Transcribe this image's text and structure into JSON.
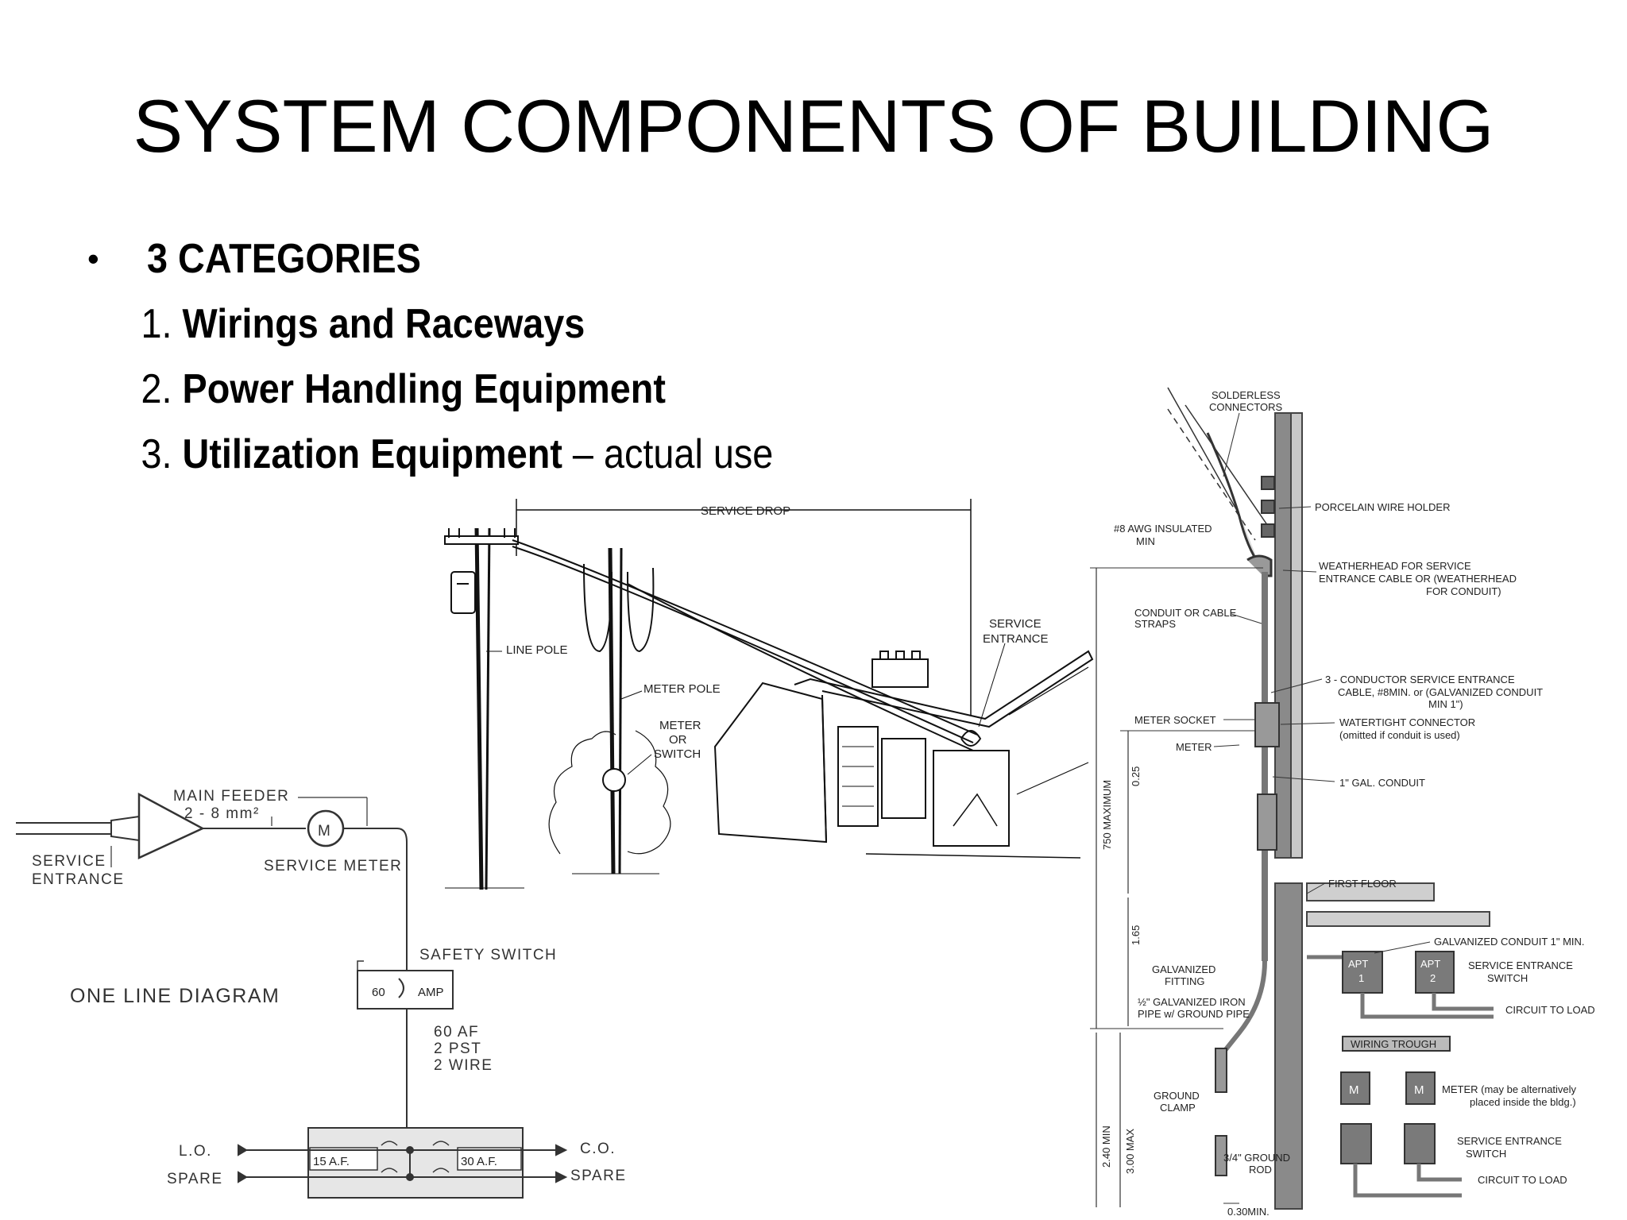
{
  "slide": {
    "title": "SYSTEM COMPONENTS OF BUILDING",
    "bullet": "3 CATEGORIES",
    "items": [
      {
        "num": "1.",
        "bold": "Wirings and Raceways",
        "rest": ""
      },
      {
        "num": "2.",
        "bold": "Power Handling Equipment",
        "rest": ""
      },
      {
        "num": "3.",
        "bold": "Utilization Equipment",
        "rest": " – actual use"
      }
    ]
  },
  "pole_sketch": {
    "service_drop": "SERVICE DROP",
    "line_pole": "LINE POLE",
    "meter_pole": "METER POLE",
    "meter": "METER",
    "or": "OR",
    "switch": "SWITCH",
    "service": "SERVICE",
    "entrance": "ENTRANCE"
  },
  "one_line": {
    "main_feeder": "MAIN FEEDER",
    "feeder_size": "2 - 8 mm²",
    "m": "M",
    "service_meter": "SERVICE METER",
    "service": "SERVICE",
    "entrance": "ENTRANCE",
    "one_line_diagram": "ONE LINE DIAGRAM",
    "safety_switch": "SAFETY SWITCH",
    "sixty": "60",
    "amp": "AMP",
    "af": "60 AF",
    "pst": "2 PST",
    "wire": "2 WIRE",
    "left_top": "L.O.",
    "left_bottom": "SPARE",
    "breaker_left": "15 A.F.",
    "breaker_right": "30 A.F.",
    "right_top": "C.O.",
    "right_bottom": "SPARE"
  },
  "detail": {
    "solderless": "SOLDERLESS",
    "connectors": "CONNECTORS",
    "porcelain": "PORCELAIN WIRE HOLDER",
    "awg": "#8 AWG INSULATED",
    "min": "MIN",
    "weatherhead1": "WEATHERHEAD FOR SERVICE",
    "weatherhead2": "ENTRANCE CABLE OR (WEATHERHEAD",
    "weatherhead3": "FOR CONDUIT)",
    "conduit1": "CONDUIT OR CABLE",
    "conduit2": "STRAPS",
    "three_cond1": "3 - CONDUCTOR SERVICE ENTRANCE",
    "three_cond2": "CABLE, #8MIN. or (GALVANIZED CONDUIT",
    "three_cond3": "MIN 1\")",
    "meter_socket": "METER SOCKET",
    "meter": "METER",
    "watertight1": "WATERTIGHT CONNECTOR",
    "watertight2": "(omitted if conduit is used)",
    "gal_conduit": "1\" GAL. CONDUIT",
    "dim_750": "750 MAXIMUM",
    "dim_025": "0.25",
    "first_floor": "FIRST FLOOR",
    "dim_165": "1.65",
    "galv_conduit": "GALVANIZED CONDUIT 1\" MIN.",
    "galv_fitting1": "GALVANIZED",
    "galv_fitting2": "FITTING",
    "galv_iron1": "½\" GALVANIZED IRON",
    "galv_iron2": "PIPE w/ GROUND PIPE",
    "ses1": "SERVICE ENTRANCE",
    "ses2": "SWITCH",
    "circuit1": "CIRCUIT TO LOAD",
    "apt1": "APT",
    "apt1n": "1",
    "apt2": "APT",
    "apt2n": "2",
    "wiring_trough": "WIRING TROUGH",
    "m": "M",
    "meter_note1": "METER (may be alternatively",
    "meter_note2": "placed inside the bldg.)",
    "ground_clamp1": "GROUND",
    "ground_clamp2": "CLAMP",
    "ground_rod1": "3/4\" GROUND",
    "ground_rod2": "ROD",
    "ses3": "SERVICE ENTRANCE",
    "ses4": "SWITCH",
    "circuit2": "CIRCUIT TO LOAD",
    "dim_240": "2.40 MIN",
    "dim_300": "3.00 MAX",
    "dim_030": "0.30MIN."
  }
}
